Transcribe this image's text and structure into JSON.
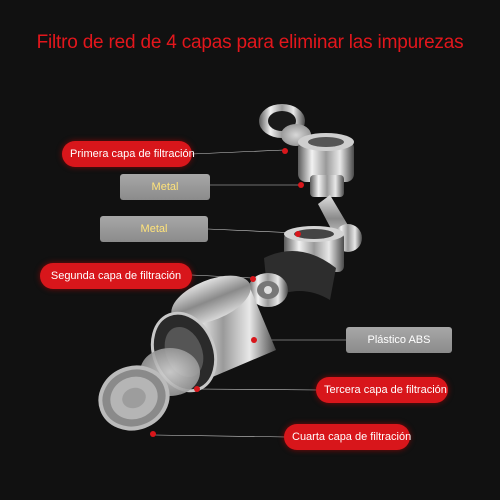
{
  "title": "Filtro de red de 4 capas para eliminar las impurezas",
  "labels": {
    "layer1": "Primera capa de filtración",
    "metal1": "Metal",
    "metal2": "Metal",
    "layer2": "Segunda capa de filtración",
    "abs": "Plástico ABS",
    "layer3": "Tercera capa de filtración",
    "layer4": "Cuarta capa de filtración"
  },
  "colors": {
    "background": "#111111",
    "accent_red": "#e3161c",
    "pill_gray": "#999999",
    "metal_label_text": "#ffe37a"
  }
}
